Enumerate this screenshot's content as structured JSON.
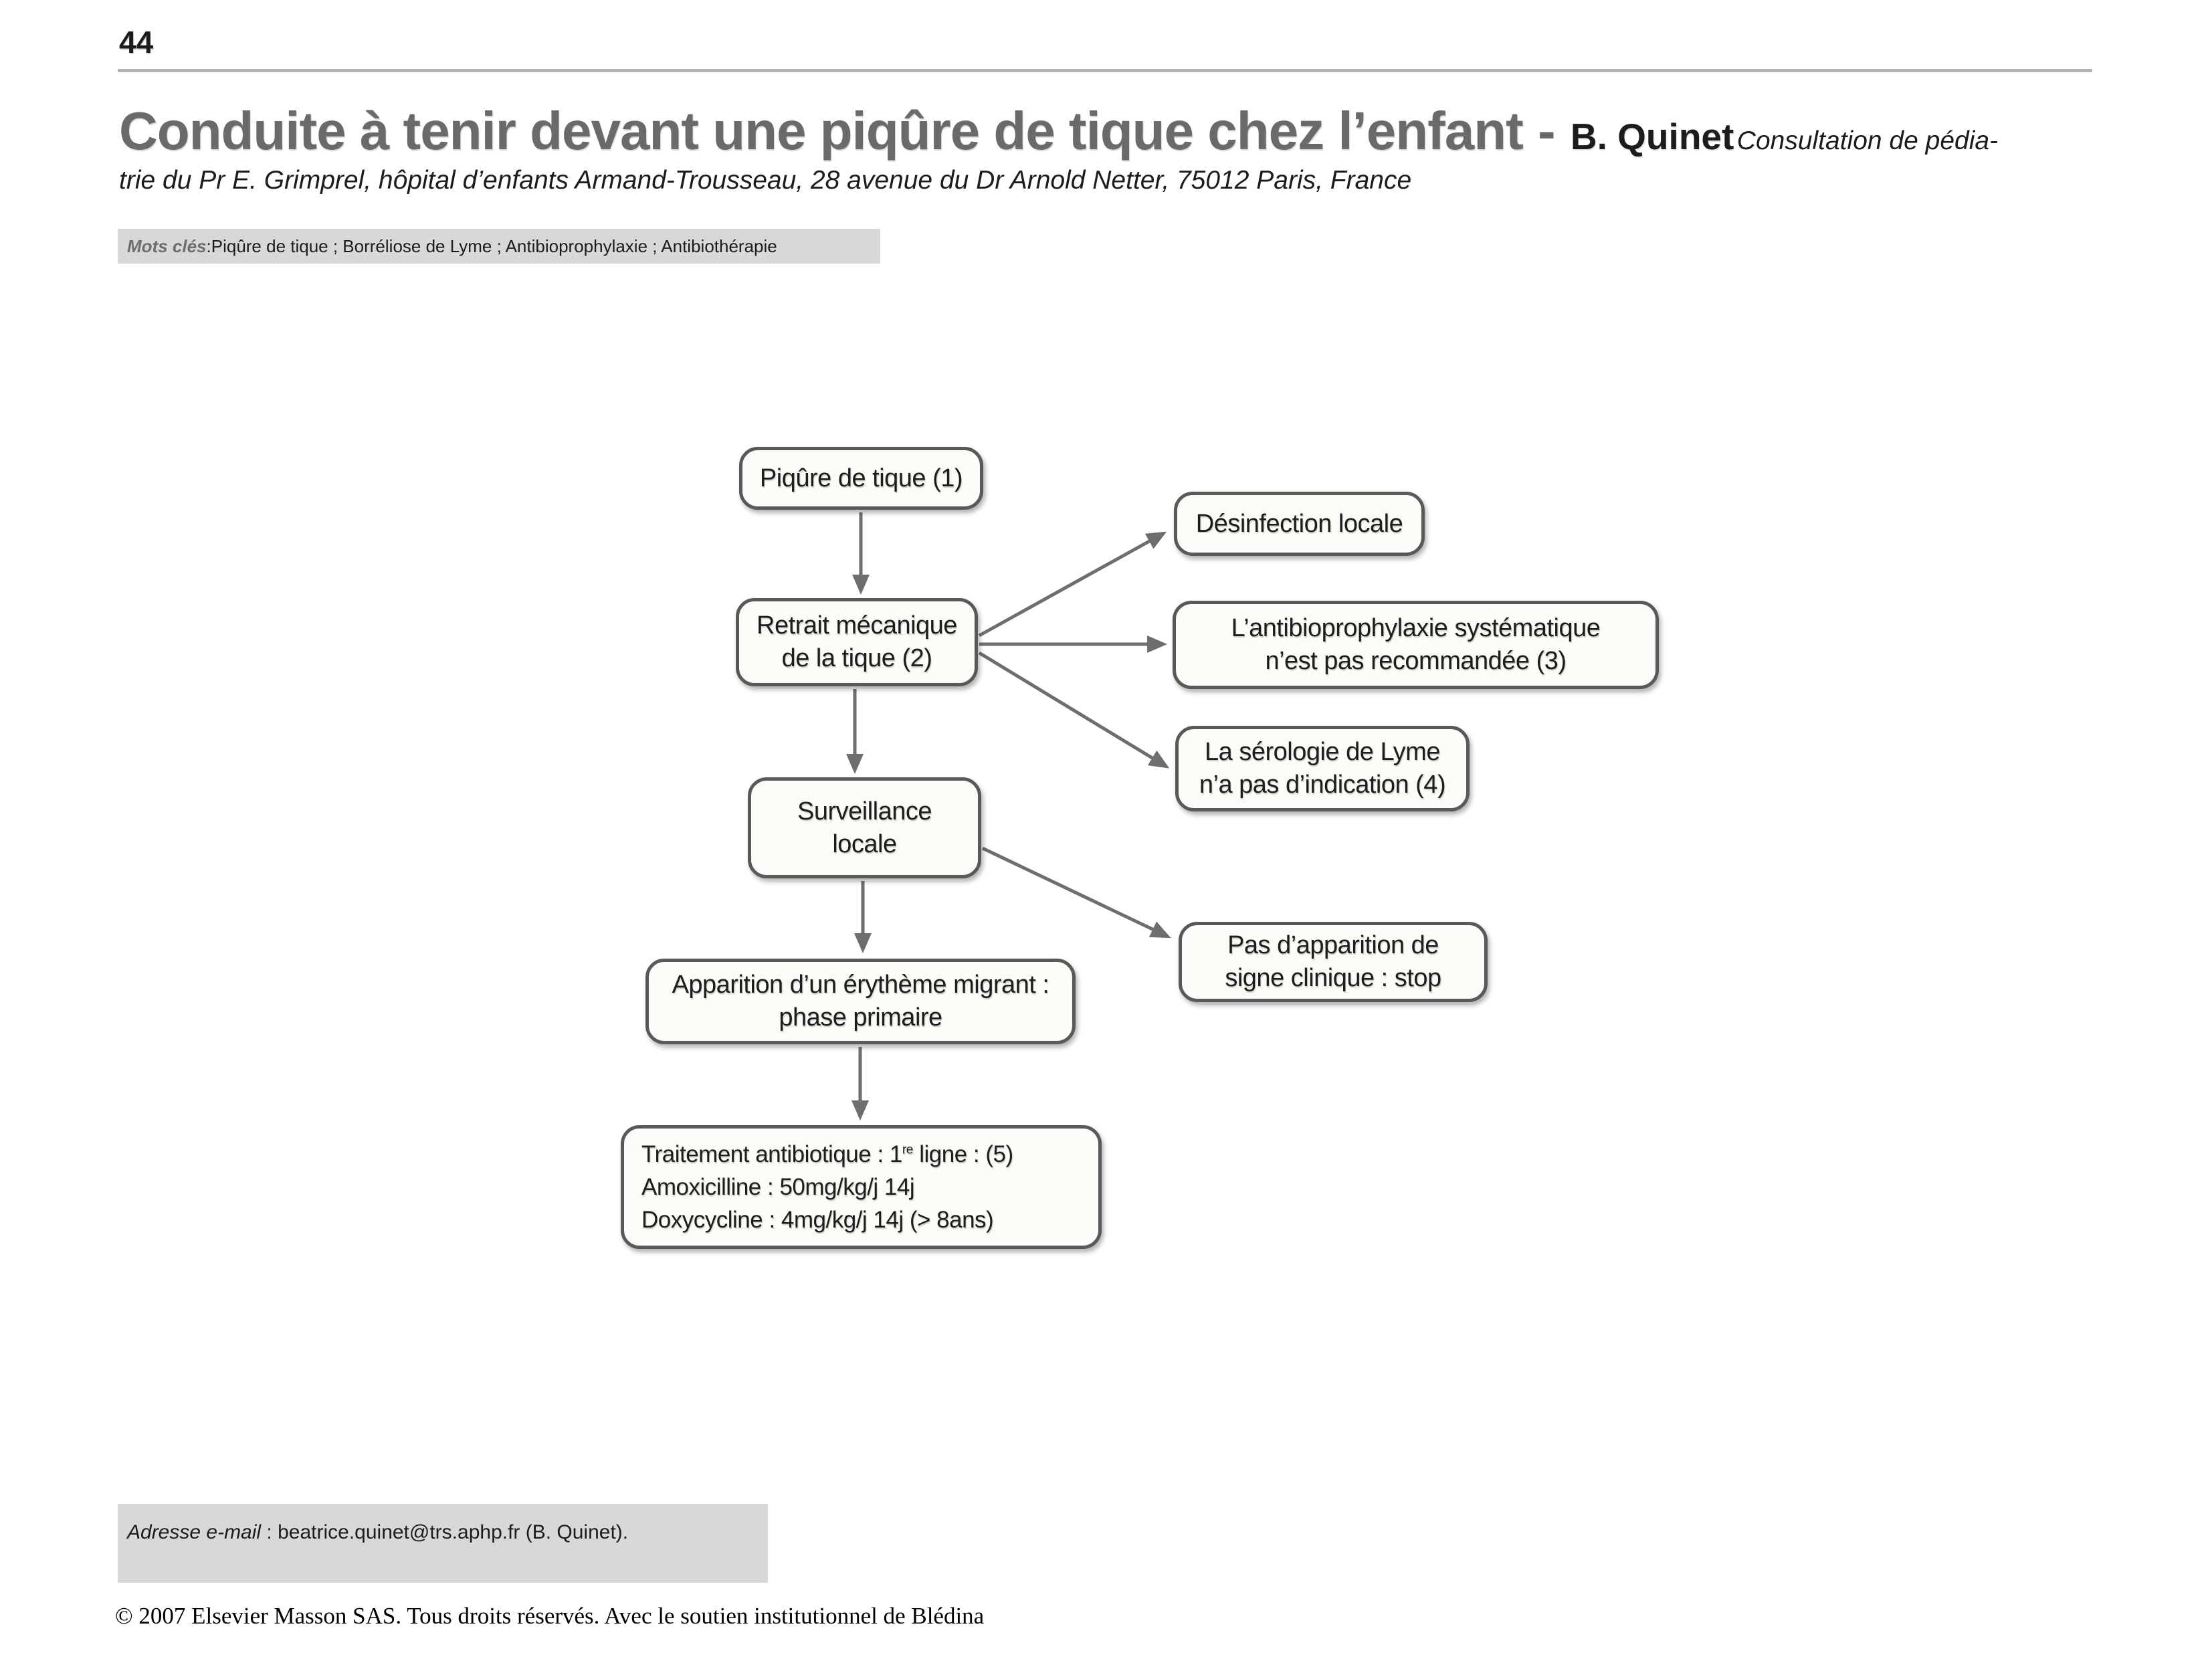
{
  "page": {
    "number": "44"
  },
  "header": {
    "title_main": "Conduite à tenir devant une piqûre de tique chez l’enfant",
    "title_sep": " - ",
    "author": "B. Quinet",
    "affiliation_inline": "Consultation de pédia-",
    "affiliation_line2": "trie du Pr E. Grimprel, hôpital d’enfants Armand-Trousseau, 28 avenue du Dr Arnold Netter, 75012 Paris, France"
  },
  "keywords": {
    "label": "Mots clés",
    "separator": " : ",
    "value": "Piqûre de tique ; Borréliose de Lyme ; Antibioprophylaxie ; Antibiothérapie"
  },
  "flowchart": {
    "boxes": [
      {
        "id": "tick-bite",
        "lines": [
          "Piqûre de tique (1)"
        ]
      },
      {
        "id": "local-disinfection",
        "lines": [
          "Désinfection locale"
        ]
      },
      {
        "id": "mechanical-removal",
        "lines": [
          "Retrait mécanique",
          "de la tique (2)"
        ]
      },
      {
        "id": "no-antibioprophylaxis",
        "lines": [
          "L’antibioprophylaxie systématique",
          "n’est pas recommandée (3)"
        ]
      },
      {
        "id": "no-lyme-serology",
        "lines": [
          "La sérologie de Lyme",
          "n’a pas d’indication (4)"
        ]
      },
      {
        "id": "local-surveillance",
        "lines": [
          "Surveillance",
          "locale"
        ]
      },
      {
        "id": "no-clinical-sign-stop",
        "lines": [
          "Pas d’apparition de",
          "signe clinique : stop"
        ]
      },
      {
        "id": "erythema-migrans",
        "lines": [
          "Apparition d’un érythème migrant :",
          "phase primaire"
        ]
      },
      {
        "id": "antibiotic-treatment",
        "line1_pre": "Traitement antibiotique : 1",
        "line1_sup": "re",
        "line1_post": " ligne : (5)",
        "line2": "Amoxicilline : 50mg/kg/j 14j",
        "line3": "Doxycycline : 4mg/kg/j 14j (> 8ans)"
      }
    ]
  },
  "footer": {
    "email_label": "Adresse e-mail",
    "email_sep": " : ",
    "email_value": "beatrice.quinet@trs.aphp.fr (B. Quinet).",
    "copyright": "© 2007 Elsevier Masson SAS. Tous droits réservés. Avec le soutien institutionnel de Blédina"
  },
  "colors": {
    "title_gray": "#6a6a6a",
    "text_black": "#1c1c1c",
    "box_fill": "#fbfbf8",
    "box_border": "#59595b",
    "arrow_gray": "#6e6e6e",
    "gray_band": "#d8d8d8",
    "header_rule": "#b4b4b4"
  }
}
